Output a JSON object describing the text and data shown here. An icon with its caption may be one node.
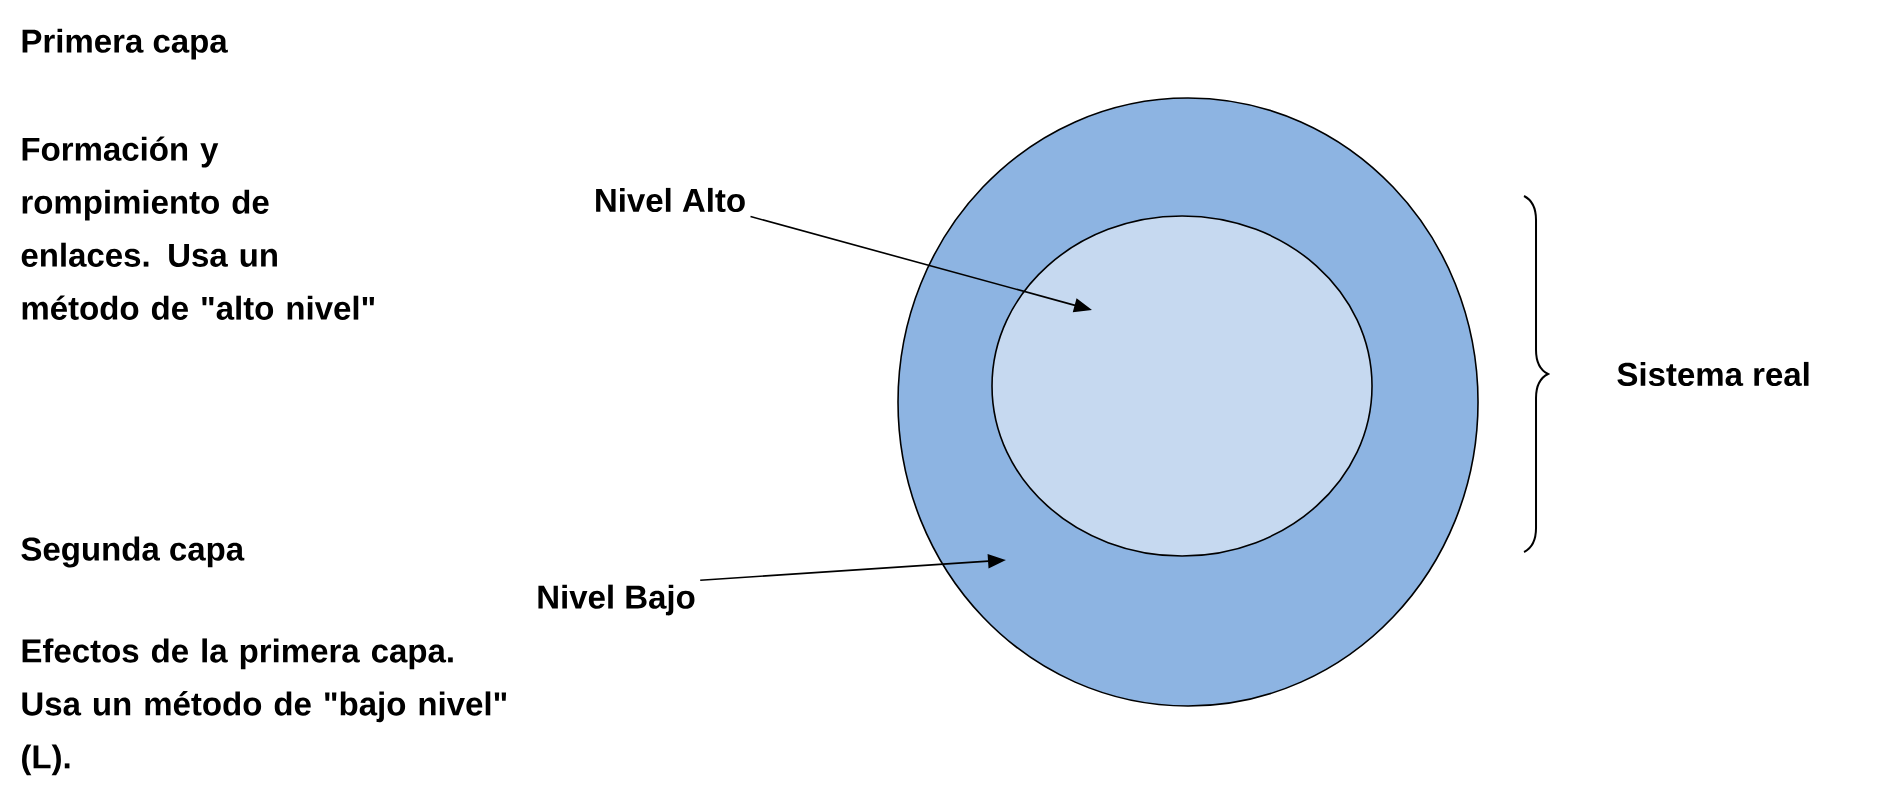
{
  "diagram": {
    "nodes": [
      {
        "text": [],
        "shape": "circle"
      },
      {
        "text": [],
        "shape": "circle",
        "in": 0
      },
      {
        "text": [
          "Nivel Alto"
        ]
      },
      {
        "text": [
          "Nivel Bajo"
        ]
      }
    ],
    "edges": [
      {
        "from": 2,
        "to": 1,
        "arrow": "to"
      },
      {
        "from": 3,
        "to": 0,
        "arrow": "to"
      }
    ],
    "labels": [
      "Primera capa",
      "Formación y rompimiento de enlaces. Usa un método de \"alto nivel\"",
      "Segunda capa",
      "Efectos de la primera capa. Usa un método de \"bajo nivel\" (L).",
      "Sistema real"
    ]
  }
}
